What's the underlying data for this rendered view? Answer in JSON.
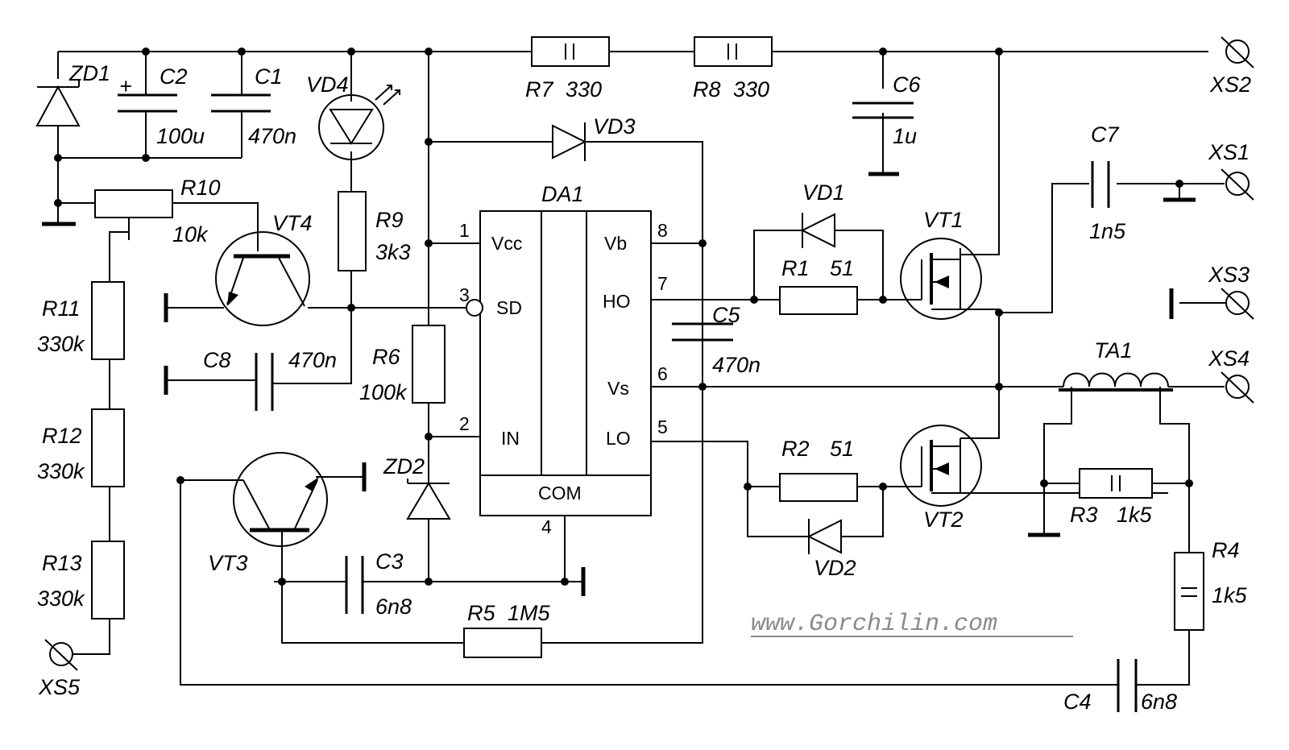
{
  "labels": {
    "zd1": "ZD1",
    "c2": "C2",
    "c2_val": "100u",
    "c1": "C1",
    "c1_val": "470n",
    "vd4": "VD4",
    "r7": "R7",
    "r7_val": "330",
    "r8": "R8",
    "r8_val": "330",
    "c6": "C6",
    "c6_val": "1u",
    "xs2": "XS2",
    "vd3": "VD3",
    "da1": "DA1",
    "r10": "R10",
    "r10_val": "10k",
    "vt4": "VT4",
    "r9": "R9",
    "r9_val": "3k3",
    "vd1": "VD1",
    "vt1": "VT1",
    "c7": "C7",
    "c7_val": "1n5",
    "xs1": "XS1",
    "r11": "R11",
    "r11_val": "330k",
    "r1": "R1",
    "r1_val": "51",
    "xs3": "XS3",
    "c5": "C5",
    "c5_val": "470n",
    "c8": "C8",
    "c8_val": "470n",
    "r6": "R6",
    "r6_val": "100k",
    "r12": "R12",
    "r12_val": "330k",
    "ta1": "TA1",
    "xs4": "XS4",
    "r2": "R2",
    "r2_val": "51",
    "vt2": "VT2",
    "zd2": "ZD2",
    "vt3": "VT3",
    "r3": "R3",
    "r3_val": "1k5",
    "r13": "R13",
    "r13_val": "330k",
    "c3": "C3",
    "c3_val": "6n8",
    "vd2": "VD2",
    "r4": "R4",
    "r4_val": "1k5",
    "r5": "R5",
    "r5_val": "1M5",
    "xs5": "XS5",
    "c4": "C4",
    "c4_val": "6n8",
    "plus": "+",
    "watermark": "www.Gorchilin.com"
  },
  "ic": {
    "vcc": "Vcc",
    "sd": "SD",
    "in": "IN",
    "com": "COM",
    "vb": "Vb",
    "ho": "HO",
    "vs": "Vs",
    "lo": "LO",
    "p1": "1",
    "p2": "2",
    "p3": "3",
    "p4": "4",
    "p5": "5",
    "p6": "6",
    "p7": "7",
    "p8": "8"
  }
}
